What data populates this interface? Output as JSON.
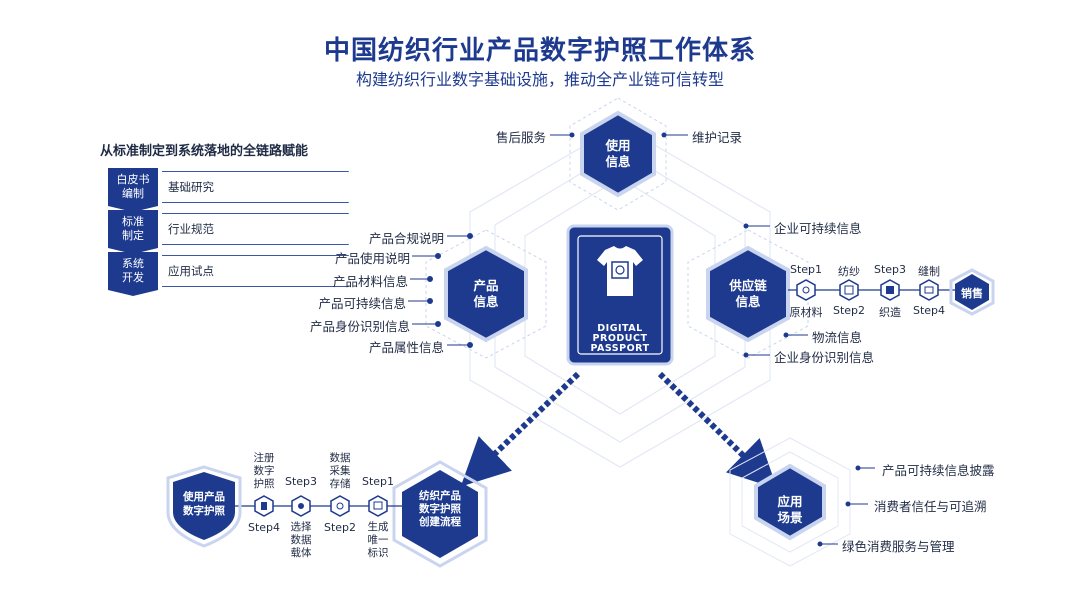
{
  "header": {
    "title": "中国纺织行业产品数字护照工作体系",
    "subtitle": "构建纺织行业数字基础设施，推动全产业链可信转型"
  },
  "left_panel": {
    "heading": "从标准制定到系统落地的全链路赋能",
    "rows": [
      {
        "box": "白皮书\n编制",
        "label": "基础研究"
      },
      {
        "box": "标准\n制定",
        "label": "行业规范"
      },
      {
        "box": "系统\n开发",
        "label": "应用试点"
      }
    ]
  },
  "center": {
    "dpp_lines": [
      "DIGITAL",
      "PRODUCT",
      "PASSPORT"
    ]
  },
  "usage": {
    "title_line1": "使用",
    "title_line2": "信息",
    "left_label": "售后服务",
    "right_label": "维护记录"
  },
  "product": {
    "title_line1": "产品",
    "title_line2": "信息",
    "items": [
      "产品合规说明",
      "产品使用说明",
      "产品材料信息",
      "产品可持续信息",
      "产品身份识别信息",
      "产品属性信息"
    ]
  },
  "supply": {
    "title_line1": "供应链",
    "title_line2": "信息",
    "top_label": "企业可持续信息",
    "logistics_label": "物流信息",
    "identity_label": "企业身份识别信息",
    "steps": [
      {
        "top": "Step1",
        "bottom": "原材料"
      },
      {
        "top": "纺纱",
        "bottom": "Step2"
      },
      {
        "top": "Step3",
        "bottom": "织造"
      },
      {
        "top": "缝制",
        "bottom": "Step4"
      }
    ],
    "end": "销售"
  },
  "creation": {
    "title_lines": [
      "纺织产品",
      "数字护照",
      "创建流程"
    ],
    "steps": [
      {
        "step": "Step1",
        "desc": "生成\n唯一\n标识"
      },
      {
        "step": "Step2",
        "desc": "数据\n采集\n存储"
      },
      {
        "step": "Step3",
        "desc": "选择\n数据\n载体"
      },
      {
        "step": "Step4",
        "desc": "注册\n数字\n护照"
      }
    ],
    "end_line1": "使用产品",
    "end_line2": "数字护照"
  },
  "application": {
    "title_line1": "应用",
    "title_line2": "场景",
    "items": [
      "产品可持续信息披露",
      "消费者信任与可追溯",
      "绿色消费服务与管理"
    ]
  },
  "colors": {
    "primary": "#1d3a8f",
    "light": "#c9d4ef"
  }
}
